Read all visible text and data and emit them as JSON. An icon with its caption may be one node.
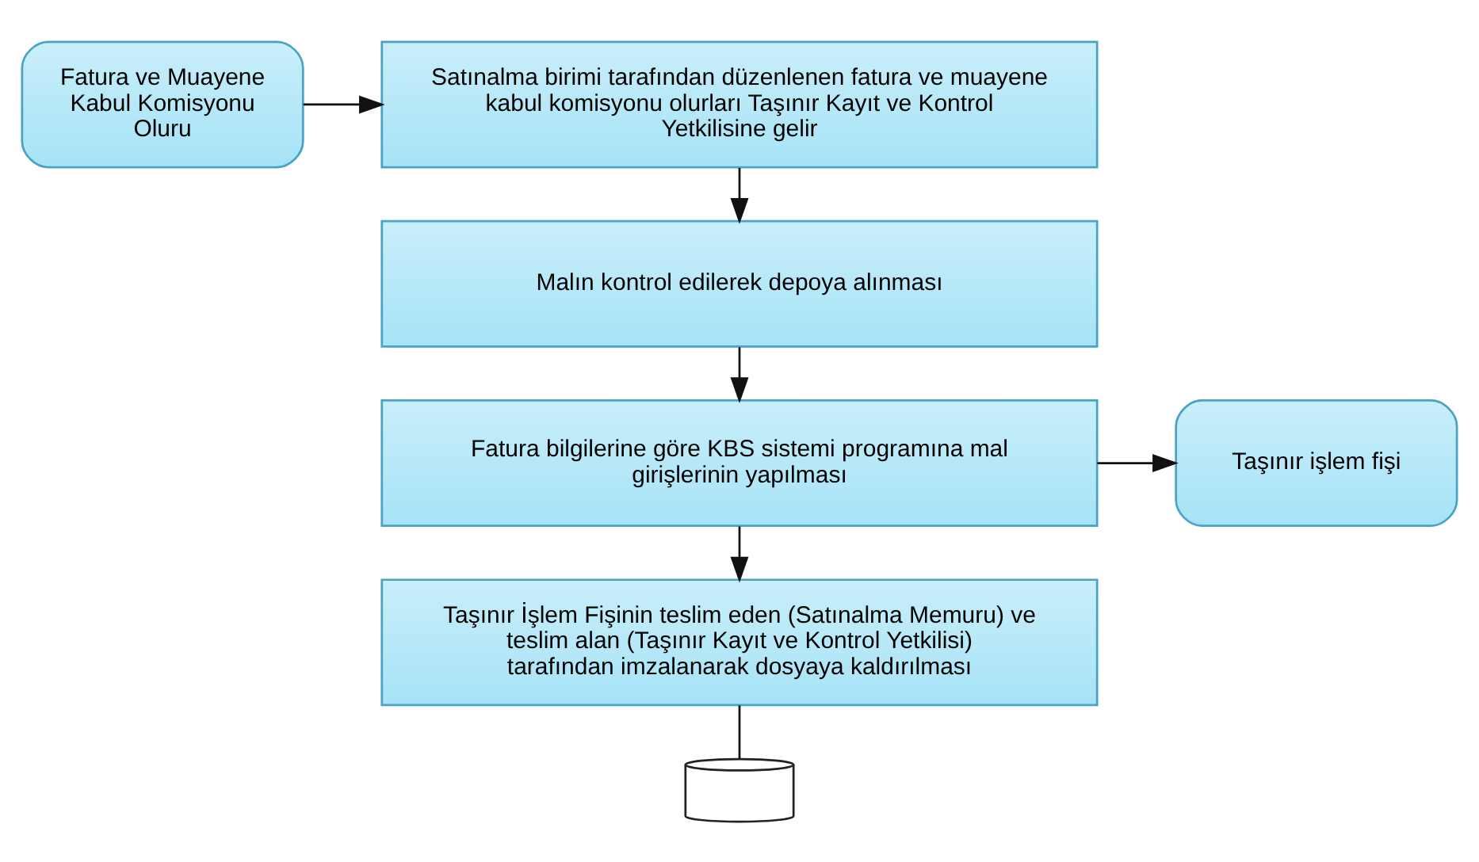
{
  "diagram": {
    "nodes": [
      {
        "text": [
          "Fatura ve Muayene Kabul Komisyonu Oluru"
        ]
      },
      {
        "text": [
          "Satınalma birimi tarafından düzenlenen fatura ve muayene kabul komisyonu olurları Taşınır Kayıt ve Kontrol Yetkilisine gelir"
        ]
      },
      {
        "text": [
          "Malın kontrol edilerek depoya alınması"
        ]
      },
      {
        "text": [
          "Fatura bilgilerine göre KBS sistemi programına mal girişlerinin yapılması"
        ]
      },
      {
        "text": [
          "Taşınır işlem fişi"
        ]
      },
      {
        "text": [
          "Taşınır İşlem Fişinin teslim eden (Satınalma Memuru) ve teslim alan (Taşınır Kayıt ve Kontrol Yetkilisi) tarafından imzalanarak dosyaya kaldırılması"
        ]
      },
      {
        "text": [],
        "shape": "arc"
      }
    ],
    "edges": [
      {
        "from": 0,
        "to": 1,
        "arrow": "to"
      },
      {
        "from": 1,
        "to": 2,
        "arrow": "to"
      },
      {
        "from": 2,
        "to": 3,
        "arrow": "to"
      },
      {
        "from": 3,
        "to": 4,
        "arrow": "to"
      },
      {
        "from": 3,
        "to": 5,
        "arrow": "to"
      },
      {
        "from": 5,
        "to": 6,
        "arrow": "none"
      }
    ]
  }
}
